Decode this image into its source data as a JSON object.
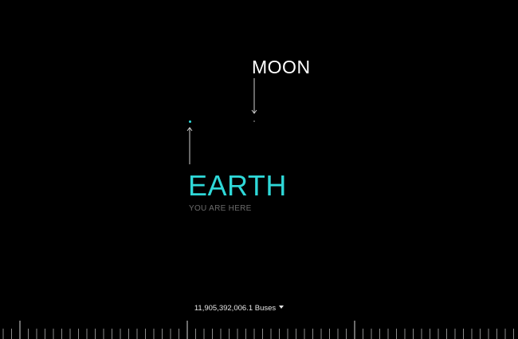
{
  "bodies": {
    "moon": {
      "label": "MOON"
    },
    "earth": {
      "label": "EARTH",
      "sublabel": "YOU ARE HERE"
    }
  },
  "scale": {
    "distance_text": "11,905,392,006.1 Buses",
    "units_dropdown": "chevron-down-icon"
  },
  "colors": {
    "background": "#000000",
    "earth": "#2fd8d8",
    "moon": "#ffffff",
    "sublabel": "#6b6b6b"
  }
}
